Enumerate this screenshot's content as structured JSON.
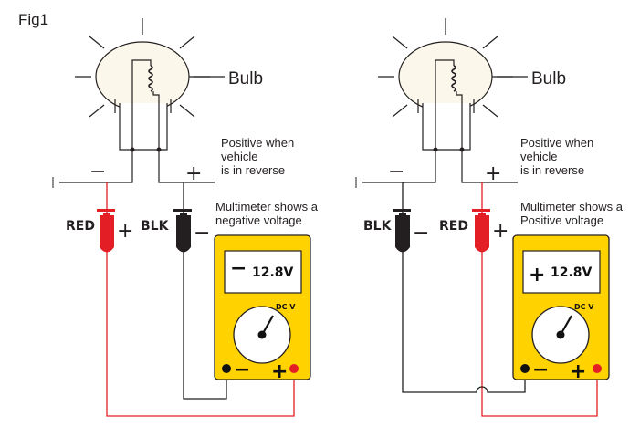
{
  "figure_label": "Fig1",
  "panels": [
    {
      "bulb_label": "Bulb",
      "positive_note": [
        "Positive when",
        "vehicle",
        "is in reverse"
      ],
      "rail_minus": "−",
      "rail_plus": "+",
      "meter_note": [
        "Multimeter shows a",
        "negative voltage"
      ],
      "probe_left_label": "RED",
      "probe_left_sign": "+",
      "probe_right_label": "BLK",
      "probe_right_sign": "−",
      "display_sign": "−",
      "display_value": "12.8V",
      "dial_label": "DC V",
      "terminal_minus": "−",
      "terminal_plus": "+"
    },
    {
      "bulb_label": "Bulb",
      "positive_note": [
        "Positive when",
        "vehicle",
        "is in reverse"
      ],
      "rail_minus": "−",
      "rail_plus": "+",
      "meter_note": [
        "Multimeter shows a",
        "Positive voltage"
      ],
      "probe_left_label": "BLK",
      "probe_left_sign": "−",
      "probe_right_label": "RED",
      "probe_right_sign": "+",
      "display_sign": "+",
      "display_value": "12.8V",
      "dial_label": "DC V",
      "terminal_minus": "−",
      "terminal_plus": "+"
    }
  ],
  "colors": {
    "red_probe": "#e31e24",
    "black_probe": "#231f20",
    "meter_body": "#ffd200",
    "bulb_fill": "#fbf7ea",
    "red_wire": "#e31e24",
    "black_wire": "#231f20"
  }
}
